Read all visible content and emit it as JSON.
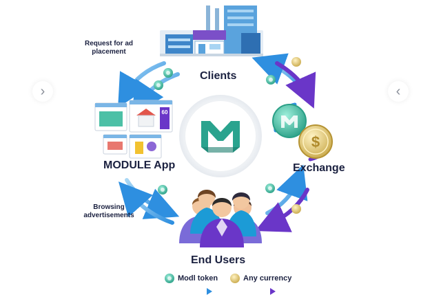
{
  "nodes": {
    "clients": "Clients",
    "module_app": "MODULE App",
    "exchange": "Exchange",
    "end_users": "End Users"
  },
  "notes": {
    "request_line1": "Request for ad",
    "request_line2": "placement",
    "browsing_line1": "Browsing",
    "browsing_line2": "advertisements"
  },
  "legend": {
    "token": "Modl token",
    "currency": "Any currency"
  },
  "widgets": {
    "ad_number": "60"
  },
  "colors": {
    "blue_arrow": "#2e8fe0",
    "purple_arrow": "#6a36c8",
    "token": "#3fbfa0",
    "coin": "#d9c067",
    "logo": "#2aa38e"
  }
}
